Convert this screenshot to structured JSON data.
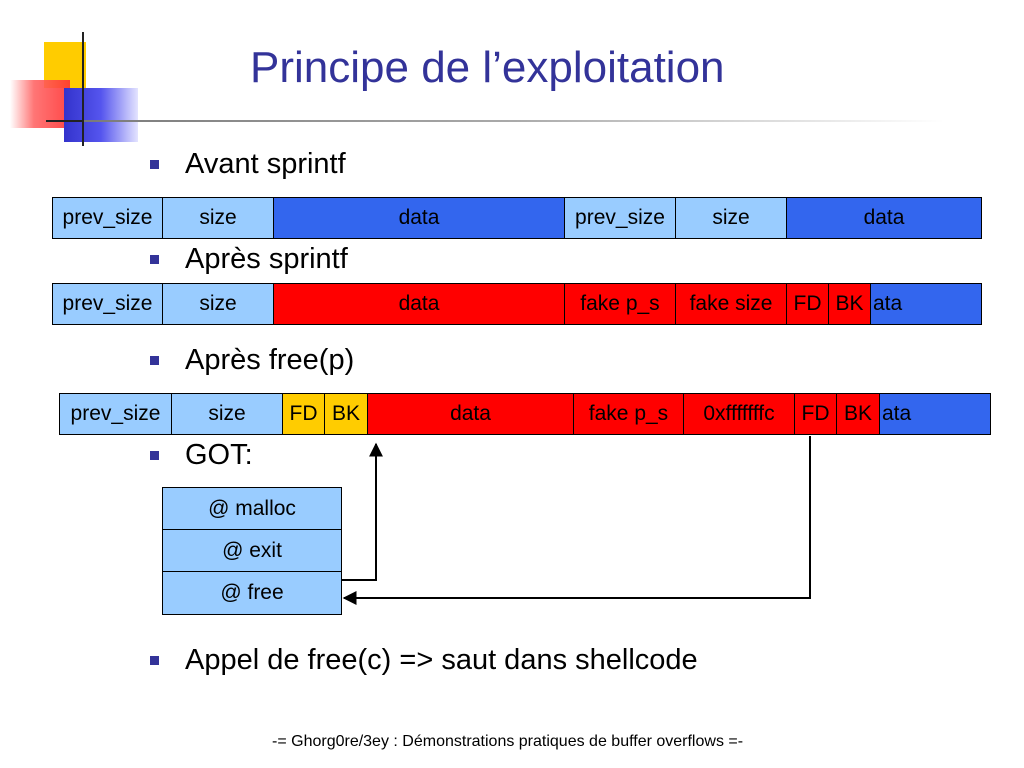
{
  "title": "Principe de l’exploitation",
  "bullets": {
    "b1": "Avant sprintf",
    "b2": "Après sprintf",
    "b3": "Après free(p)",
    "b4": "GOT:",
    "b5": "Appel de free(c) => saut dans shellcode"
  },
  "row1": {
    "cells": [
      "prev_size",
      "size",
      "data",
      "prev_size",
      "size",
      "data"
    ]
  },
  "row2": {
    "cells": [
      "prev_size",
      "size",
      "data",
      "fake p_s",
      "fake size",
      "FD",
      "BK",
      "ata"
    ]
  },
  "row3": {
    "cells": [
      "prev_size",
      "size",
      "FD",
      "BK",
      "data",
      "fake p_s",
      "0xfffffffc",
      "FD",
      "BK",
      "ata"
    ]
  },
  "got": {
    "items": [
      "@ malloc",
      "@ exit",
      "@ free"
    ]
  },
  "colors": {
    "title": "#333399",
    "light_blue": "#99ccff",
    "blue": "#3366ee",
    "red": "#ff0000",
    "yellow": "#ffcc00"
  },
  "footer": "-= Ghorg0re/3ey : Démonstrations pratiques de buffer overflows =-"
}
